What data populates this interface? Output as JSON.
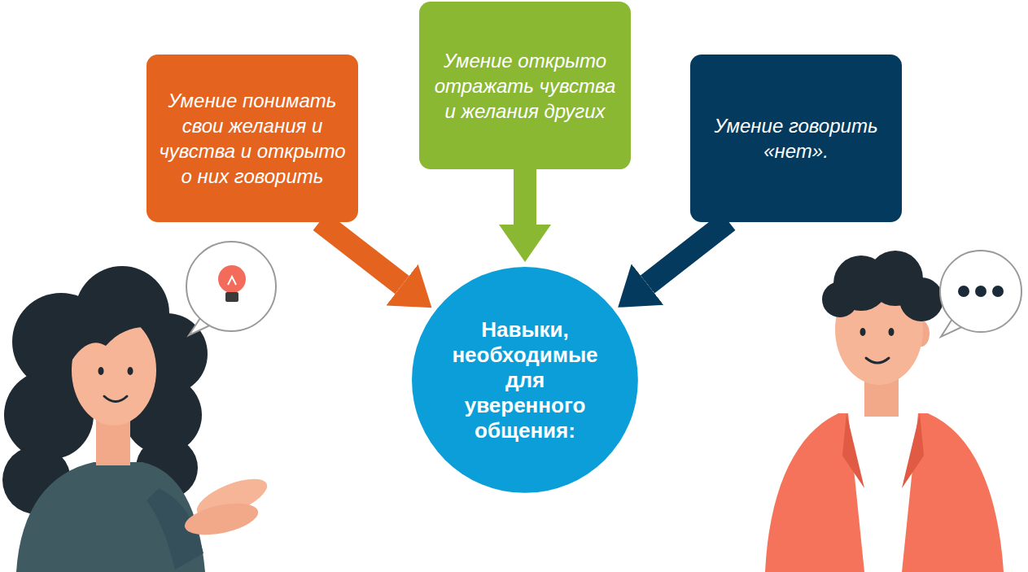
{
  "diagram": {
    "nodes": [
      {
        "text": [
          "Умение понимать свои желания и чувства и открыто о них говорить"
        ]
      },
      {
        "text": [
          "Умение открыто отражать чувства и желания других"
        ]
      },
      {
        "text": [
          "Умение говорить «нет»."
        ]
      },
      {
        "text": [
          "Навыки, необходимые для уверенного общения:"
        ]
      }
    ],
    "edges": [
      {
        "from": 0,
        "to": 3,
        "arrow": "to"
      },
      {
        "from": 1,
        "to": 3,
        "arrow": "to"
      },
      {
        "from": 2,
        "to": 3,
        "arrow": "to"
      }
    ]
  }
}
